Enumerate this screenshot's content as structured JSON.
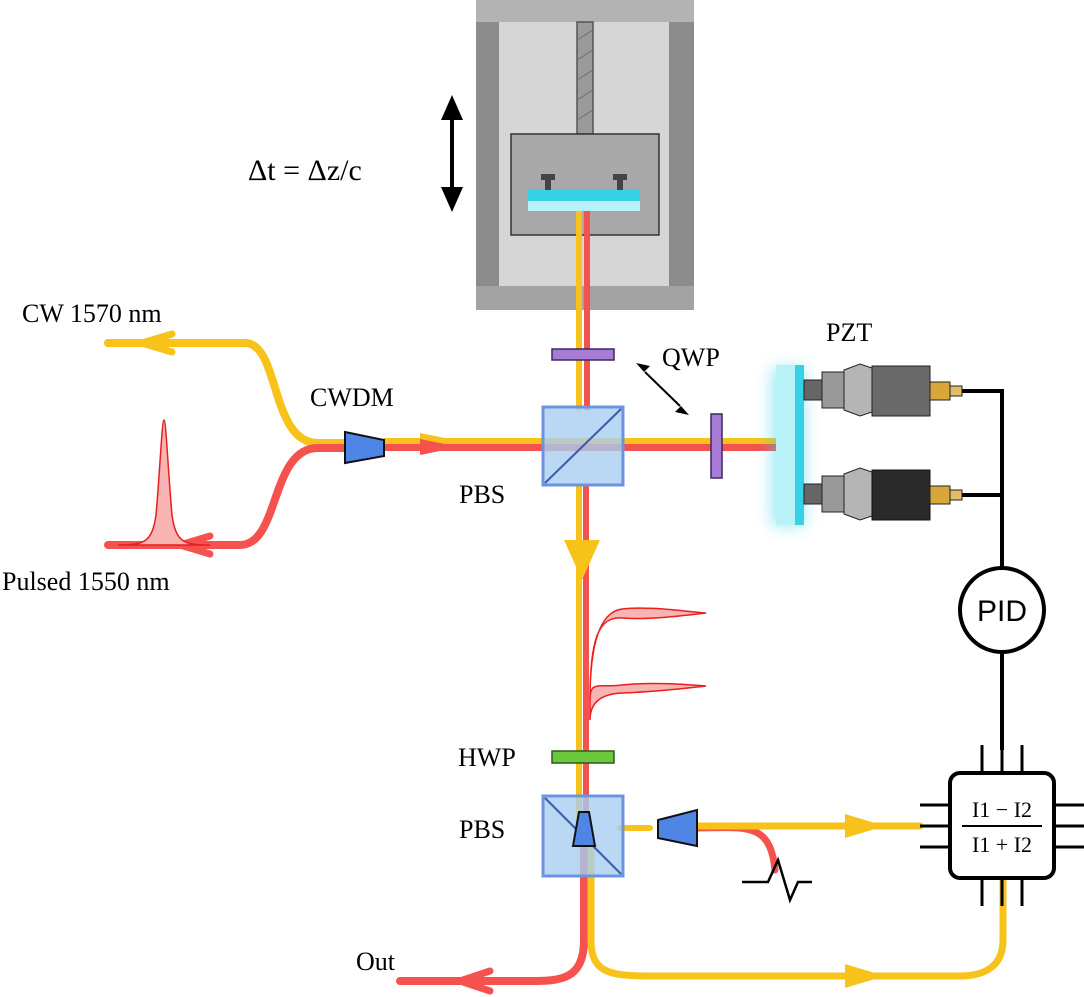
{
  "labels": {
    "delay_formula": "Δt = Δz/c",
    "cw_source": "CW 1570 nm",
    "pulsed_source": "Pulsed 1550 nm",
    "cwdm": "CWDM",
    "pbs_top": "PBS",
    "pbs_bottom": "PBS",
    "qwp": "QWP",
    "hwp": "HWP",
    "pzt": "PZT",
    "pid": "PID",
    "out": "Out",
    "signal_numerator": "I1 − I2",
    "signal_denominator": "I1 + I2"
  },
  "colors": {
    "cw_beam": "#f7c21a",
    "pulsed_beam": "#f5524f",
    "fiber_coupler": "#4f86e6",
    "beam_splitter": "#a9cdf0",
    "qwp_plate": "#a77bd6",
    "hwp_plate": "#6ac83c",
    "mirror": "#36d0e8",
    "stage_outer": "#8a8a8a",
    "stage_inner": "#d9d9d9",
    "electronics": "#000000"
  }
}
